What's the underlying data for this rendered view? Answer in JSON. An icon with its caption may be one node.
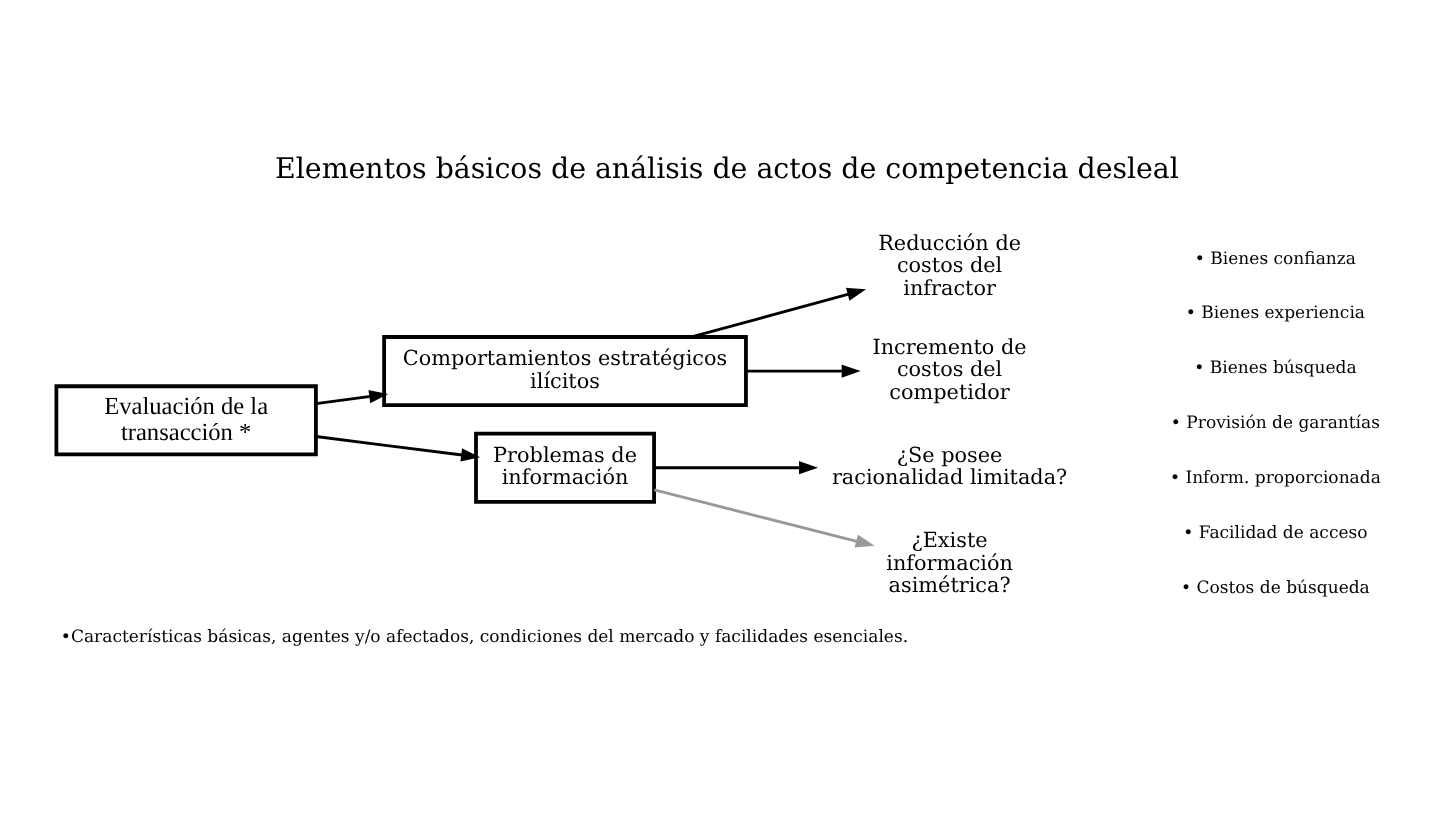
{
  "diagram": {
    "title": "Elementos básicos de análisis de actos de competencia desleal",
    "caption": "•Características básicas, agentes y/o afectados, condiciones del mercado y facilidades esenciales.",
    "nodes": [
      {
        "text": [
          "Evaluación de la transacción *"
        ]
      },
      {
        "text": [
          "Problemas de información"
        ]
      },
      {
        "text": [
          "Comportamientos estratégicos ilícitos"
        ]
      },
      {
        "text": [
          "¿Existe información asimétrica?"
        ]
      },
      {
        "text": [
          "¿Se posee racionalidad limitada?"
        ]
      },
      {
        "text": [
          "Incremento de costos del competidor"
        ]
      },
      {
        "text": [
          "Reducción de costos del infractor"
        ]
      }
    ],
    "edges": [
      {
        "from": 0,
        "to": 1,
        "arrow": "to"
      },
      {
        "from": 0,
        "to": 2,
        "arrow": "to"
      },
      {
        "from": 1,
        "to": 3,
        "arrow": "to",
        "color": "#999999"
      },
      {
        "from": 1,
        "to": 4,
        "arrow": "to"
      },
      {
        "from": 2,
        "to": 5,
        "arrow": "to"
      },
      {
        "from": 2,
        "to": 6,
        "arrow": "to"
      }
    ],
    "labels": [
      "• Costos de búsqueda",
      "• Facilidad de acceso",
      "• Inform. proporcionada",
      "• Provisión de garantías",
      "• Bienes búsqueda",
      "• Bienes experiencia",
      "• Bienes confianza"
    ]
  }
}
